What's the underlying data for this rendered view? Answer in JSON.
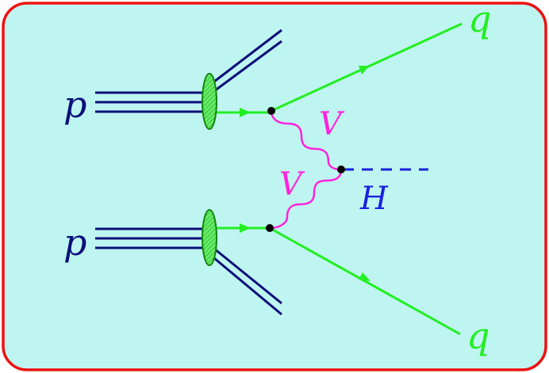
{
  "diagram": {
    "labels": {
      "proton_top": "p",
      "proton_bottom": "p",
      "quark_top": "q",
      "quark_bottom": "q",
      "boson_top": "V",
      "boson_bottom": "V",
      "higgs": "H"
    },
    "colors": {
      "frame_border": "#ee1111",
      "frame_fill": "#bff5f0",
      "proton": "#0b0f7a",
      "quark": "#22ee22",
      "boson": "#ff22dd",
      "higgs": "#1a22dd",
      "vertex": "#000000",
      "blob_fill": "#55ee55",
      "blob_stroke": "#118811"
    }
  }
}
